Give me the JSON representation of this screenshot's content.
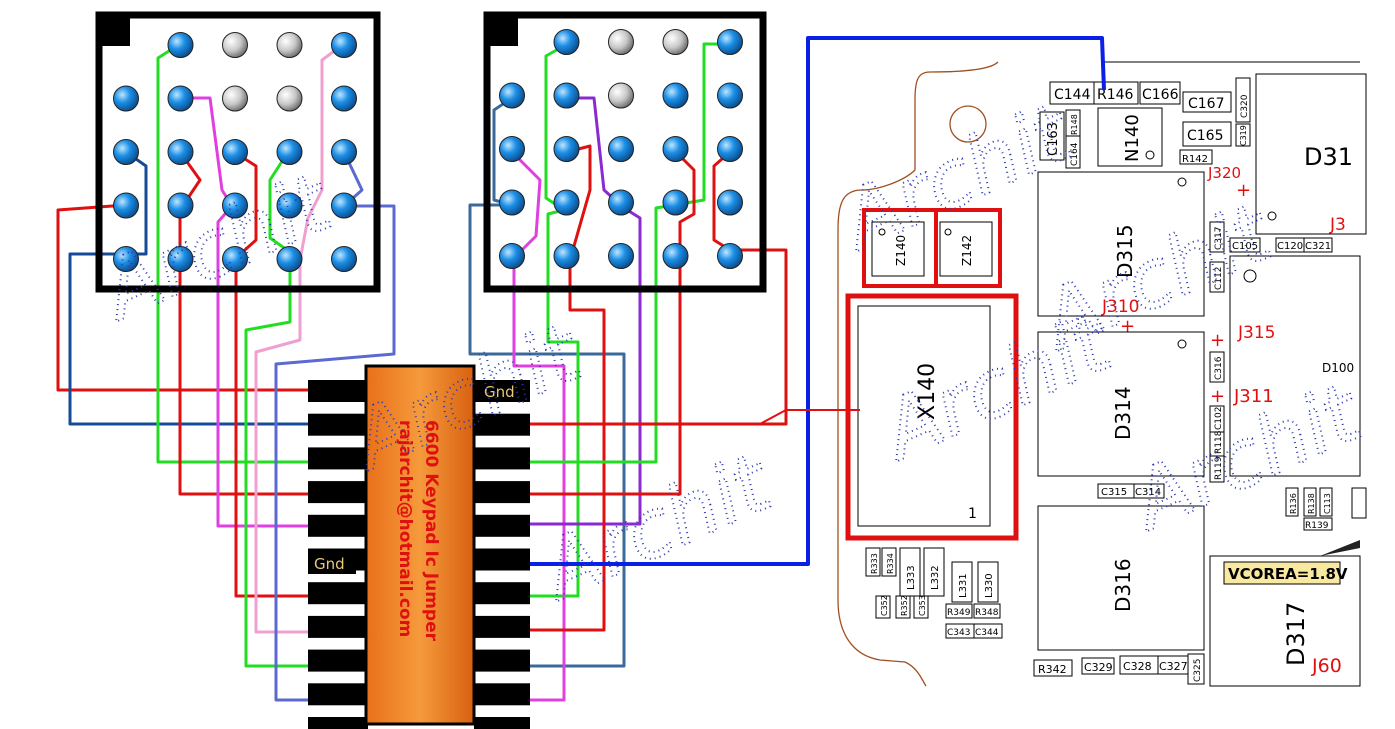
{
  "ic": {
    "title_line1": "6600 Keypad Ic Jumper",
    "title_line2": "rajarchit@hotmail.com",
    "gnd_left": "Gnd",
    "gnd_right": "Gnd"
  },
  "watermark": {
    "words": [
      "Archit",
      "Archit",
      "Archit",
      "Archit",
      "Archit",
      "Archit",
      "Archit"
    ]
  },
  "pcb": {
    "components": [
      {
        "label": "C144"
      },
      {
        "label": "R146"
      },
      {
        "label": "C166"
      },
      {
        "label": "C167"
      },
      {
        "label": "C320"
      },
      {
        "label": "C165"
      },
      {
        "label": "C319"
      },
      {
        "label": "R142"
      },
      {
        "label": "C163"
      },
      {
        "label": "C164"
      },
      {
        "label": "R148"
      },
      {
        "label": "N140"
      },
      {
        "label": "D31"
      },
      {
        "label": "J320"
      },
      {
        "label": "J3"
      },
      {
        "label": "D315"
      },
      {
        "label": "C105"
      },
      {
        "label": "C120"
      },
      {
        "label": "C321"
      },
      {
        "label": "C112"
      },
      {
        "label": "C317"
      },
      {
        "label": "Z140"
      },
      {
        "label": "Z142"
      },
      {
        "label": "J310"
      },
      {
        "label": "J315"
      },
      {
        "label": "D314"
      },
      {
        "label": "C316"
      },
      {
        "label": "J311"
      },
      {
        "label": "D100"
      },
      {
        "label": "X140"
      },
      {
        "label": "C102"
      },
      {
        "label": "R118"
      },
      {
        "label": "R119"
      },
      {
        "label": "C315"
      },
      {
        "label": "C314"
      },
      {
        "label": "R136"
      },
      {
        "label": "R138"
      },
      {
        "label": "C113"
      },
      {
        "label": "R139"
      },
      {
        "label": "D316"
      },
      {
        "label": "R333"
      },
      {
        "label": "R334"
      },
      {
        "label": "L333"
      },
      {
        "label": "L332"
      },
      {
        "label": "L331"
      },
      {
        "label": "L330"
      },
      {
        "label": "C352"
      },
      {
        "label": "R352"
      },
      {
        "label": "C353"
      },
      {
        "label": "R349"
      },
      {
        "label": "R348"
      },
      {
        "label": "C343"
      },
      {
        "label": "C344"
      },
      {
        "label": "R342"
      },
      {
        "label": "C329"
      },
      {
        "label": "C328"
      },
      {
        "label": "C327"
      },
      {
        "label": "C325"
      },
      {
        "label": "D317"
      },
      {
        "label": "J60"
      },
      {
        "label": "1"
      }
    ],
    "voltage_label": "VCOREA=1.8V"
  },
  "colors": {
    "pad": "#1c8fe6",
    "pad_unused": "#c8c8c8",
    "red": "#e01010",
    "green": "#22dd22",
    "blue": "#0b20e6",
    "navy": "#164a96",
    "magenta": "#e040e0",
    "pink": "#f0a0d0",
    "purple": "#8a2ad0",
    "slate": "#5a7fb8",
    "steel": "#3a6a9a",
    "watermark": "#2a3ab0",
    "ic_orange": "#e07418"
  }
}
